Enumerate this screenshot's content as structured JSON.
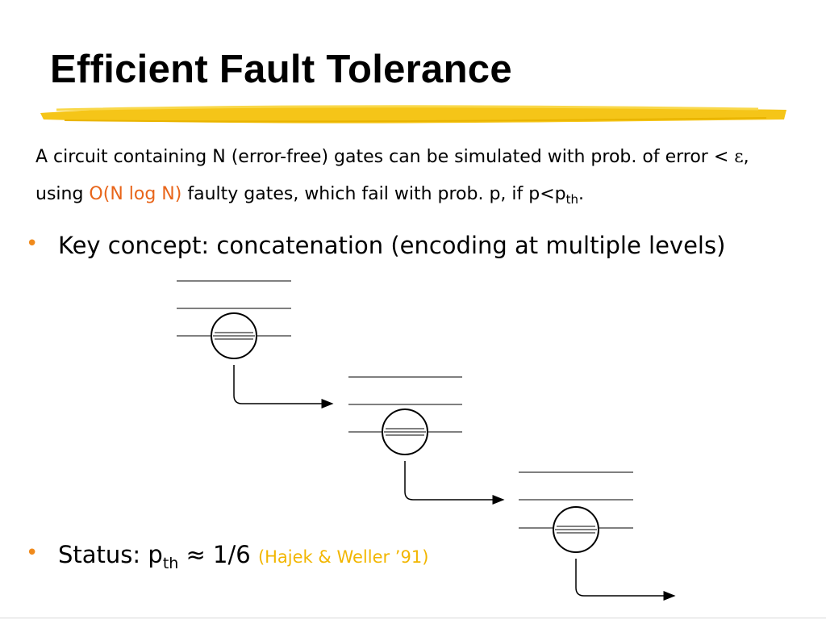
{
  "slide": {
    "title": "Efficient Fault Tolerance",
    "intro": {
      "part1": "A circuit containing N (error-free) gates can be simulated with prob. of error < ",
      "epsilon": "ε",
      "part2": ", using ",
      "highlight": "O(N log N)",
      "part3": " faulty gates, which fail with prob. p, if p<p",
      "sub": "th",
      "end": "."
    },
    "bullets": [
      {
        "marker": "•",
        "text": "Key concept: concatenation (encoding at multiple levels)"
      },
      {
        "marker": "•",
        "text_pre": "Status: p",
        "sub": "th",
        "text_post": " ≈ 1/6 ",
        "citation": "(Hajek & Weller ’91)"
      }
    ]
  },
  "colors": {
    "accent_orange": "#e8651a",
    "bullet_orange": "#f08a1c",
    "citation_gold": "#f2b600",
    "underline_yellow": "#f5c518"
  }
}
